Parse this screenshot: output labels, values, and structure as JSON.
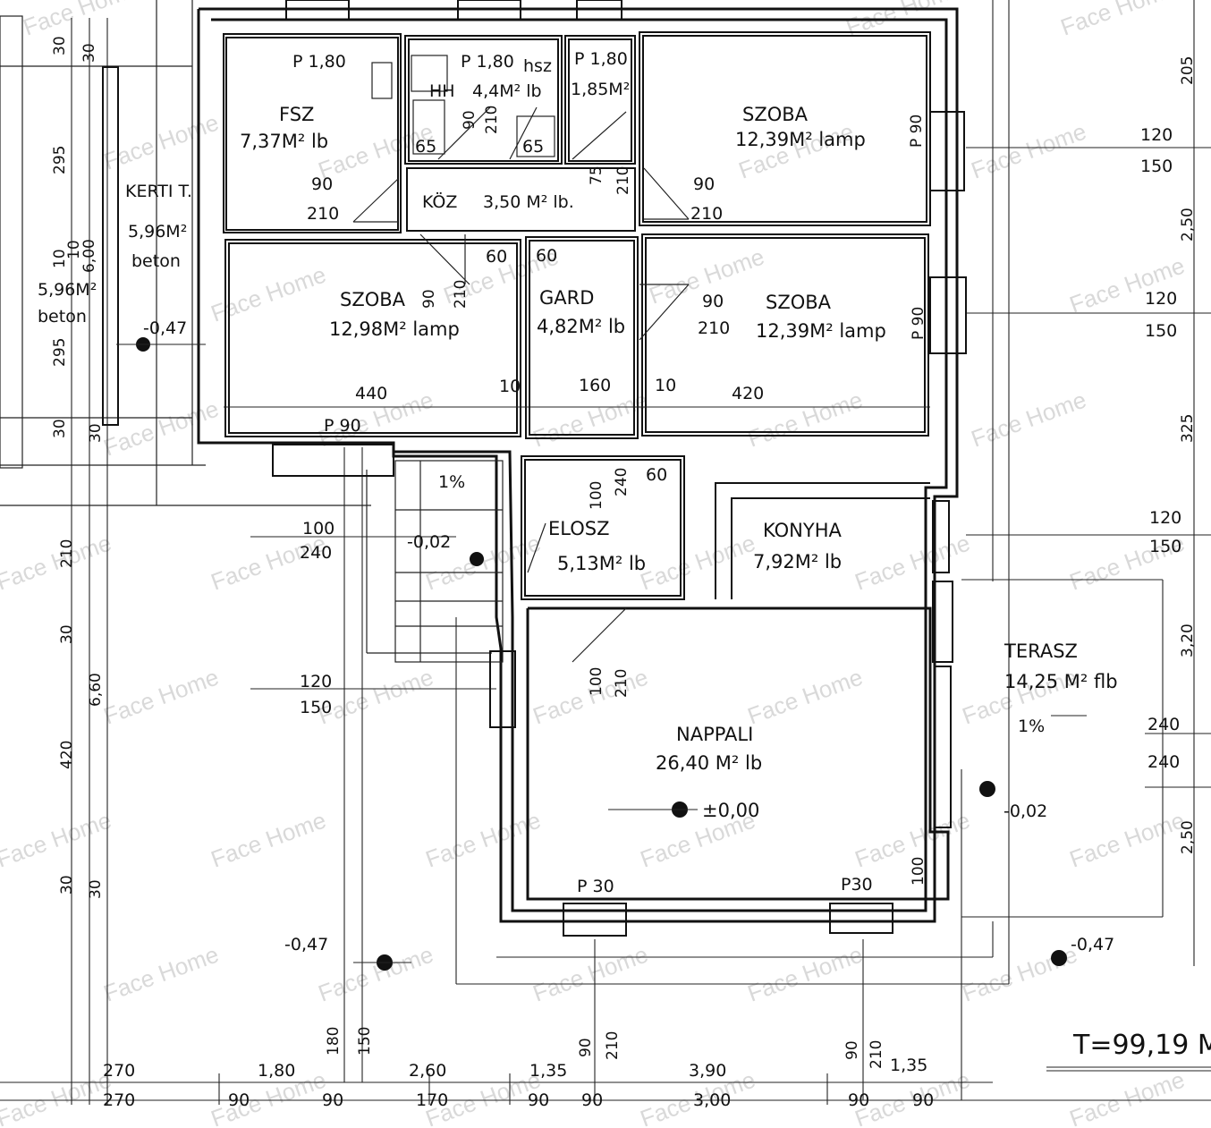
{
  "rooms": {
    "fsz": {
      "name": "FSZ",
      "area": "7,37M² lb",
      "door": "P 1,80"
    },
    "hh": {
      "name": "HH",
      "area": "4,4M² lb",
      "door": "P 1,80",
      "extra": "hsz"
    },
    "kamra": {
      "area": "1,85M²",
      "door": "P 1,80"
    },
    "szoba_ne": {
      "name": "SZOBA",
      "area": "12,39M² lamp"
    },
    "koz": {
      "name": "KÖZ",
      "area": "3,50 M² lb."
    },
    "kertit": {
      "name": "KERTI T.",
      "area": "5,96M²",
      "floor": "beton"
    },
    "kertit2": {
      "area": "5,96M²",
      "floor": "beton"
    },
    "szoba_w": {
      "name": "SZOBA",
      "area": "12,98M² lamp"
    },
    "gard": {
      "name": "GARD",
      "area": "4,82M² lb"
    },
    "szoba_e": {
      "name": "SZOBA",
      "area": "12,39M² lamp"
    },
    "elosz": {
      "name": "ELOSZ",
      "area": "5,13M² lb"
    },
    "konyha": {
      "name": "KONYHA",
      "area": "7,92M² lb"
    },
    "nappali": {
      "name": "NAPPALI",
      "area": "26,40 M² lb"
    },
    "terasz": {
      "name": "TERASZ",
      "area": "14,25 M² flb",
      "slope": "1%"
    }
  },
  "levels": {
    "zero": "±0,00",
    "m047a": "-0,47",
    "m047b": "-0,47",
    "m047c": "-0,47",
    "m002a": "-0,02",
    "m002b": "-0,02",
    "slope1": "1%"
  },
  "total": "T=99,19 M",
  "dims": {
    "d120a": "120",
    "d150a": "150",
    "d120b": "120",
    "d150b": "150",
    "d120c": "120",
    "d150c": "150",
    "d90_210a": "90",
    "d210a": "210",
    "d90_210b": "90",
    "d210b": "210",
    "d90_210c": "90",
    "d210c": "210",
    "d90v1": "90",
    "d210v1": "210",
    "d90v2": "90",
    "d210v2": "210",
    "d75": "75",
    "d210v3": "210",
    "d65a": "65",
    "d65b": "65",
    "d60a": "60",
    "d60b": "60",
    "d60c": "60",
    "d440": "440",
    "d10a": "10",
    "d160": "160",
    "d10b": "10",
    "d420": "420",
    "p90a": "P 90",
    "p90b": "P 90",
    "p90c": "P 90",
    "p30a": "P 30",
    "p30b": "P30",
    "d100_240a": "100",
    "d240a": "240",
    "d100_240b": "100",
    "d240b": "240",
    "d100_210": "100",
    "d210d": "210",
    "d120d": "120",
    "d150d": "150",
    "d240c": "240",
    "d240d": "240",
    "d100v": "100",
    "l30a": "30",
    "l30b": "30",
    "l295a": "295",
    "l10": "10",
    "l600": "6,00",
    "l10b": "10",
    "l295b": "295",
    "l30c": "30",
    "l30d": "30",
    "l210": "210",
    "l30e": "30",
    "l660": "6,60",
    "l420": "420",
    "l30f": "30",
    "l30g": "30",
    "r205": "205",
    "r250a": "2,50",
    "r325": "325",
    "r320": "3,20",
    "r250b": "2,50",
    "b270": "270",
    "b180": "1,80",
    "b260": "2,60",
    "b135a": "1,35",
    "b390": "3,90",
    "b135b": "1,35",
    "b270s": "270",
    "b90a": "90",
    "b90b": "90",
    "b170": "170",
    "b90c": "90",
    "b90d": "90",
    "b300": "3,00",
    "b90e": "90",
    "b90f": "90",
    "v180": "180",
    "v150": "150",
    "v90a": "90",
    "v210a": "210",
    "v90b": "90",
    "v210b": "210"
  },
  "watermark": "Face Home"
}
